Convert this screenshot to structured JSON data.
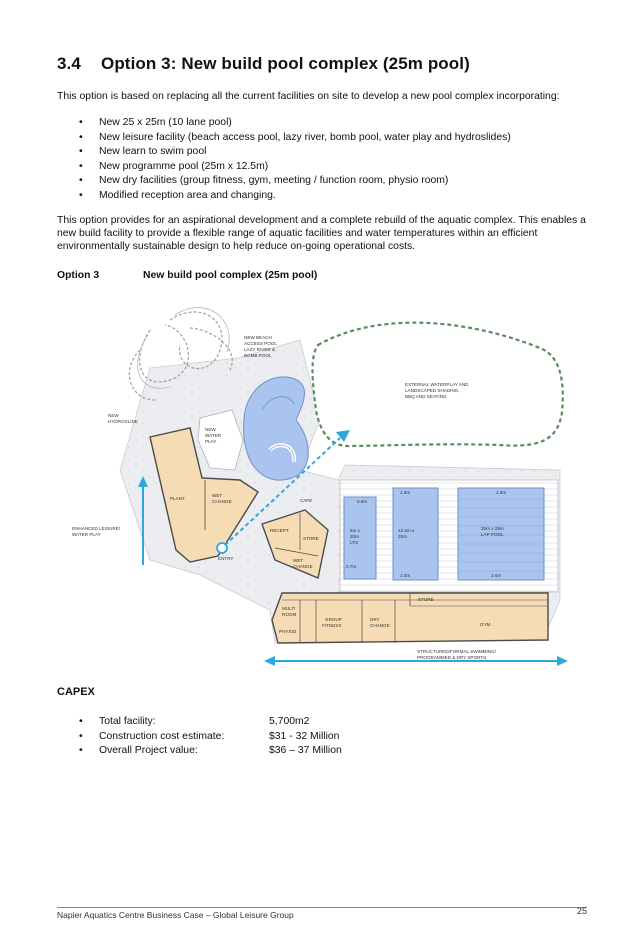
{
  "heading": {
    "number": "3.4",
    "title": "Option 3: New build pool complex (25m pool)"
  },
  "intro": "This option is based on replacing all the current facilities on site to develop a new pool complex incorporating:",
  "features": [
    "New 25 x 25m (10 lane pool)",
    "New leisure facility (beach access pool, lazy river, bomb pool, water play and hydroslides)",
    "New learn to swim pool",
    "New programme pool (25m x 12.5m)",
    "New dry facilities (group fitness, gym, meeting / function room, physio room)",
    "Modified reception area and changing."
  ],
  "summary": "This option provides for an aspirational development and a complete rebuild of the aquatic complex. This enables a new build facility to provide a flexible range of aquatic facilities and water temperatures within an efficient environmentally sustainable design to help reduce on-going operational costs.",
  "figure_caption": {
    "label": "Option 3",
    "title": "New build pool complex (25m pool)"
  },
  "plan_labels": {
    "beach_pool": [
      "NEW BEACH",
      "ACCESS POOL",
      "LAZY RIVER &",
      "BOMB POOL"
    ],
    "external_waterplay": [
      "EXTERNAL WATERPLAY AND",
      "LANDSCAPED SHADING,",
      "BBQ AND SEATING"
    ],
    "hydroslide": [
      "NEW",
      "HYDROSLIDE"
    ],
    "water_play": [
      "NEW",
      "WATER",
      "PLAY"
    ],
    "plant": "PLANT",
    "wet_change": [
      "WET",
      "CHANGE"
    ],
    "cafe": "CAFE",
    "enhanced": [
      "ENHANCED LEISURE/",
      "WATER PLAY"
    ],
    "entry": "ENTRY",
    "recept": "RECEPT.",
    "store": "STORE",
    "wet_change_2": [
      "WET",
      "CHANGE"
    ],
    "lts_pool": [
      "5m x",
      "20m",
      "LTS"
    ],
    "lts_depth_top": "0.9m",
    "lts_depth_bottom": "0.7m",
    "prog_pool": [
      "12.5m x",
      "25m"
    ],
    "prog_depth_top": "1.8m",
    "prog_depth_bottom": "1.0m",
    "lap_pool": [
      "25m x 25m",
      "LAP POOL"
    ],
    "lap_depth_top": "1.8m",
    "lap_depth_bottom": "2.0m",
    "multi_room": [
      "MULTI",
      "ROOM"
    ],
    "physio": "PHYSIO",
    "group_fitness": [
      "GROUP",
      "FITNESS"
    ],
    "dry_change": [
      "DRY",
      "CHANGE"
    ],
    "store_2": "STORE",
    "gym": "GYM",
    "structured": [
      "STRUCTURED/FORMAL SWIMMING/",
      "PROGRAMMED & DRY SPORTS"
    ]
  },
  "capex": {
    "heading": "CAPEX",
    "items": [
      {
        "label": "Total facility:",
        "value": "5,700m2"
      },
      {
        "label": "Construction cost estimate:",
        "value": "$31 - 32 Million"
      },
      {
        "label": "Overall Project value:",
        "value": "$36 – 37 Million"
      }
    ]
  },
  "footer": "Napier Aquatics Centre Business Case – Global Leisure Group",
  "page_number": "25",
  "colors": {
    "building": "#f6dcb4",
    "water": "#a9c5ef",
    "arrow": "#2fa6dd",
    "green_boundary": "#5b8c5b"
  }
}
